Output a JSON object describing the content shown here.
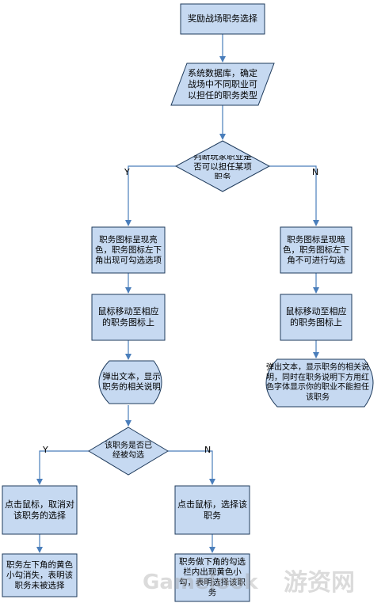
{
  "colors": {
    "shape_fill": "#c6d9f1",
    "shape_stroke": "#1f3b5c",
    "arrow": "#4a7ebb"
  },
  "nodes": {
    "start": "奖励战场职务选择",
    "data_input": "系统数据库，确定战场中不同职业可以担任的职务类型",
    "decision_can_serve": "判断玩家职业是否可以担任某项职务",
    "icon_bright": "职务图标呈现亮色，职务图标左下角出现可勾选选项",
    "icon_dark": "职务图标呈现暗色，职务图标左下角不可进行勾选",
    "mouse_move_left": "鼠标移动至相应的职务图标上",
    "mouse_move_right": "鼠标移动至相应的职务图标上",
    "popup_left": "弹出文本，显示职务的相关说明",
    "popup_right": "弹出文本，显示职务的相关说明，同时在职务说明下方用红色字体显示你的职业不能担任该职务",
    "decision_checked": "该职务是否已经被勾选",
    "click_uncheck": "点击鼠标，取消对该职务的选择",
    "click_select": "点击鼠标，选择该职务",
    "result_uncheck": "职务左下角的黄色小勾消失，表明该职务未被选择",
    "result_select": "职务做下角的勾选栏内出现黄色小勾，表明选择该职务"
  },
  "branch_labels": {
    "first_yes": "Y",
    "first_no": "N",
    "second_yes": "Y",
    "second_no": "N"
  },
  "watermark": "Gamelook 游资网"
}
